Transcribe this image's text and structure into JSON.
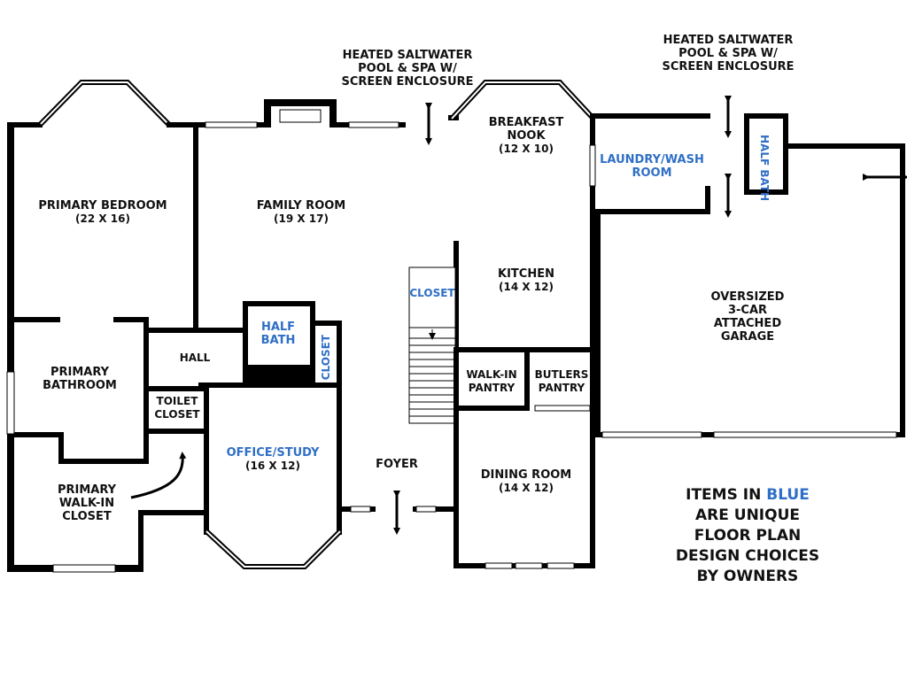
{
  "rooms": {
    "pool_left": "HEATED SALTWATER POOL & SPA W/ SCREEN ENCLOSURE",
    "pool_right": "HEATED SALTWATER POOL & SPA W/ SCREEN ENCLOSURE",
    "primary_bedroom": {
      "name": "PRIMARY BEDROOM",
      "size": "(22 X 16)"
    },
    "family_room": {
      "name": "FAMILY ROOM",
      "size": "(19 X 17)"
    },
    "breakfast_nook": {
      "name": "BREAKFAST NOOK",
      "size": "(12 X 10)"
    },
    "laundry": "LAUNDRY/WASH ROOM",
    "half_bath_garage": "HALF BATH",
    "kitchen": {
      "name": "KITCHEN",
      "size": "(14 X 12)"
    },
    "closet_stairs": "CLOSET",
    "half_bath_center": "HALF BATH",
    "closet_center": "CLOSET",
    "hall": "HALL",
    "primary_bathroom": "PRIMARY BATHROOM",
    "toilet_closet": "TOILET CLOSET",
    "walk_in_pantry": "WALK-IN PANTRY",
    "butlers_pantry": "BUTLERS PANTRY",
    "garage": "OVERSIZED 3-CAR ATTACHED GARAGE",
    "office": {
      "name": "OFFICE/STUDY",
      "size": "(16 X 12)"
    },
    "foyer": "FOYER",
    "dining_room": {
      "name": "DINING ROOM",
      "size": "(14 X 12)"
    },
    "primary_walk_in_closet": "PRIMARY WALK-IN CLOSET"
  },
  "legend": {
    "line1_prefix": "ITEMS IN",
    "line1_blue": "BLUE",
    "line2": "ARE UNIQUE",
    "line3": "FLOOR PLAN",
    "line4": "DESIGN CHOICES",
    "line5": "BY OWNERS"
  },
  "colors": {
    "blue": "#2f6fc6",
    "wall": "#000000"
  }
}
